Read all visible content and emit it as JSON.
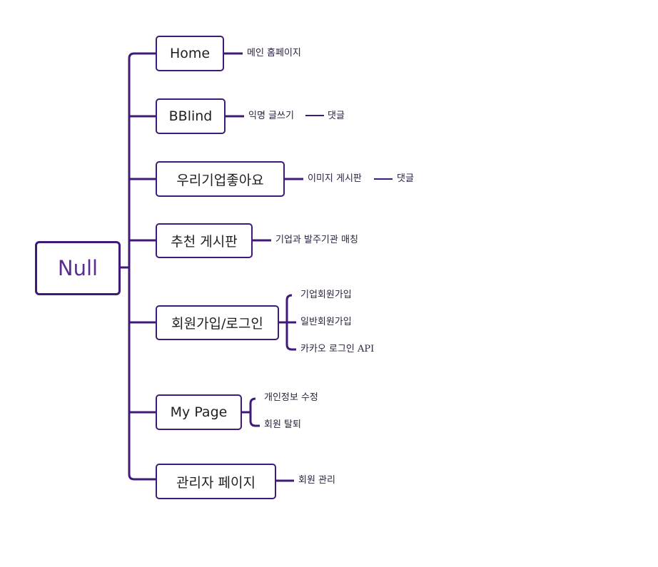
{
  "colors": {
    "line": "#3f1a78",
    "root_text": "#5b2d90"
  },
  "root": "Null",
  "branches": [
    {
      "label": "Home",
      "children": [
        {
          "label": "메인 홈페이지"
        }
      ]
    },
    {
      "label": "BBlind",
      "children": [
        {
          "label": "익명 글쓰기",
          "next": "댓글"
        }
      ]
    },
    {
      "label": "우리기업좋아요",
      "children": [
        {
          "label": "이미지 게시판",
          "next": "댓글"
        }
      ]
    },
    {
      "label": "추천 게시판",
      "children": [
        {
          "label": "기업과 발주기관 매칭"
        }
      ]
    },
    {
      "label": "회원가입/로그인",
      "children": [
        {
          "label": "기업회원가입"
        },
        {
          "label": "일반회원가입"
        },
        {
          "label": "카카오 로그인 API"
        }
      ]
    },
    {
      "label": "My Page",
      "children": [
        {
          "label": "개인정보 수정"
        },
        {
          "label": "회원 탈퇴"
        }
      ]
    },
    {
      "label": "관리자 페이지",
      "children": [
        {
          "label": "회원 관리"
        }
      ]
    }
  ]
}
